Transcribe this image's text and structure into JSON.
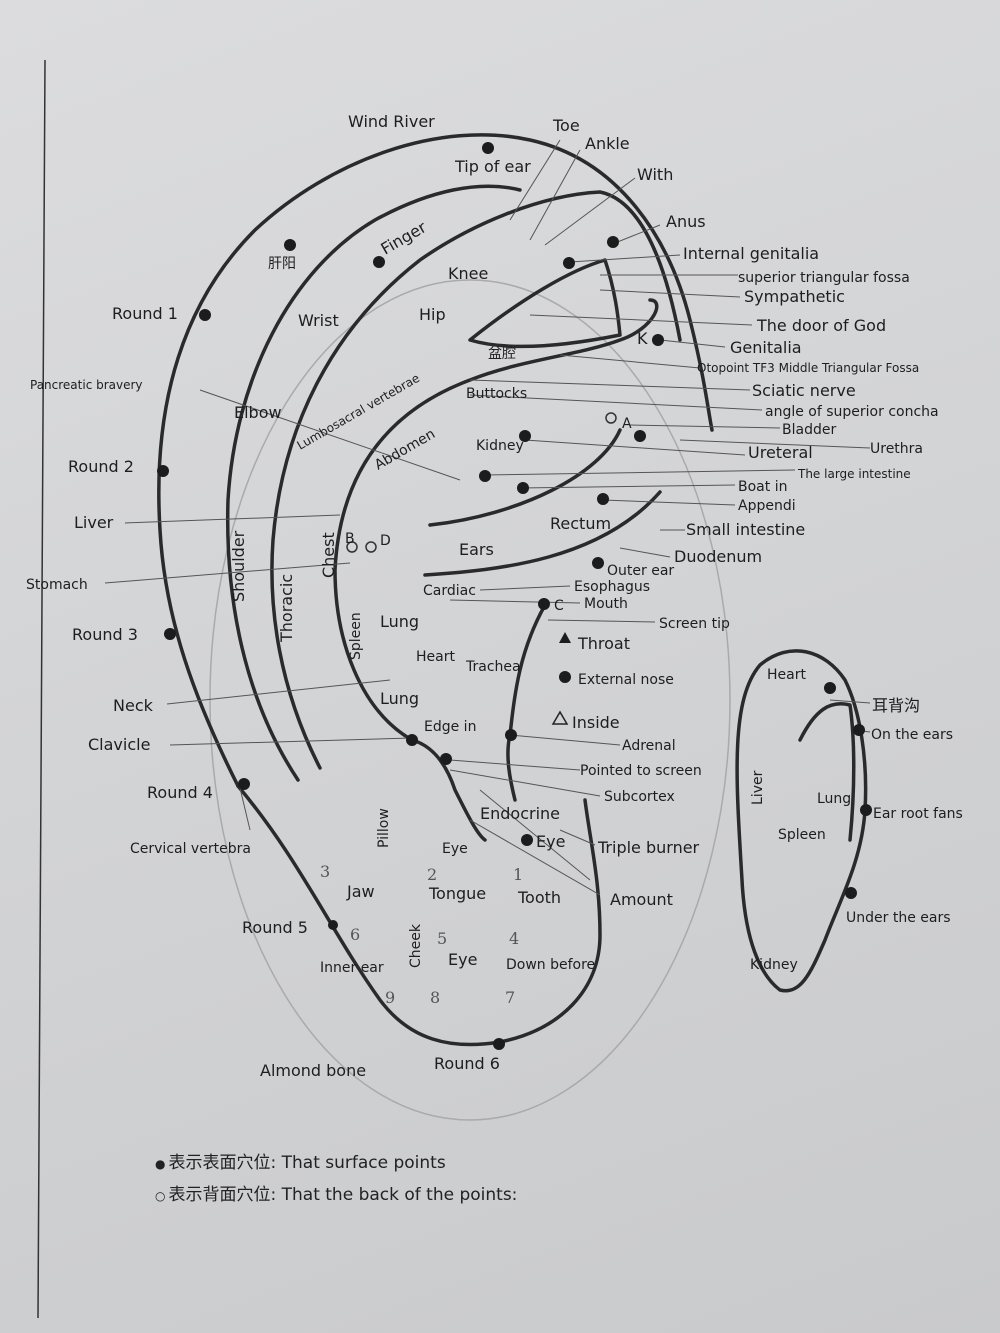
{
  "labels": {
    "wind_river": "Wind River",
    "toe": "Toe",
    "ankle": "Ankle",
    "tip_of_ear": "Tip of ear",
    "with": "With",
    "anus": "Anus",
    "finger": "Finger",
    "internal_genitalia": "Internal genitalia",
    "superior_triangular_fossa": "superior triangular fossa",
    "knee": "Knee",
    "sympathetic": "Sympathetic",
    "round_1": "Round 1",
    "wrist": "Wrist",
    "hip": "Hip",
    "door_of_god": "The door of God",
    "genitalia": "Genitalia",
    "otopoint": "Otopoint TF3 Middle Triangular Fossa",
    "pancreatic": "Pancreatic bravery",
    "lumbosacral": "Lumbosacral vertebrae",
    "buttocks": "Buttocks",
    "sciatic": "Sciatic nerve",
    "angle_concha": "angle of superior concha",
    "elbow": "Elbow",
    "bladder": "Bladder",
    "abdomen": "Abdomen",
    "kidney": "Kidney",
    "ureteral": "Ureteral",
    "urethra": "Urethra",
    "round_2": "Round 2",
    "large_intestine": "The large intestine",
    "boat_in": "Boat in",
    "appendi": "Appendi",
    "liver": "Liver",
    "rectum": "Rectum",
    "small_intestine": "Small intestine",
    "chest": "Chest",
    "shoulder": "Shoulder",
    "thoracic": "Thoracic",
    "ears": "Ears",
    "duodenum": "Duodenum",
    "stomach": "Stomach",
    "outer_ear": "Outer ear",
    "cardiac": "Cardiac",
    "esophagus": "Esophagus",
    "mouth": "Mouth",
    "round_3": "Round 3",
    "spleen": "Spleen",
    "lung_1": "Lung",
    "screen_tip": "Screen tip",
    "throat": "Throat",
    "heart": "Heart",
    "trachea": "Trachea",
    "external_nose": "External nose",
    "neck": "Neck",
    "lung_2": "Lung",
    "inside": "Inside",
    "clavicle": "Clavicle",
    "edge_in": "Edge in",
    "adrenal": "Adrenal",
    "pointed_screen": "Pointed to screen",
    "round_4": "Round 4",
    "subcortex": "Subcortex",
    "pillow": "Pillow",
    "endocrine": "Endocrine",
    "cervical": "Cervical vertebra",
    "eye_1": "Eye",
    "eye_2": "Eye",
    "triple_burner": "Triple burner",
    "jaw": "Jaw",
    "tongue": "Tongue",
    "tooth": "Tooth",
    "amount": "Amount",
    "round_5": "Round 5",
    "cheek": "Cheek",
    "inner_ear": "Inner ear",
    "eye_3": "Eye",
    "down_before": "Down before",
    "almond_bone": "Almond bone",
    "round_6": "Round 6",
    "cn_1": "肝阳",
    "cn_2": "盆腔"
  },
  "letters": {
    "a": "A",
    "b": "B",
    "c": "C",
    "d": "D",
    "k": "K"
  },
  "grid_numbers": [
    "1",
    "2",
    "3",
    "4",
    "5",
    "6",
    "7",
    "8",
    "9"
  ],
  "back_of_ear": {
    "heart": "Heart",
    "cn_groove": "耳背沟",
    "on_the_ears": "On the ears",
    "liver": "Liver",
    "lung": "Lung",
    "ear_root_fans": "Ear root fans",
    "spleen": "Spleen",
    "under_the_ears": "Under the ears",
    "kidney": "Kidney"
  },
  "legend": {
    "surface_cn": "表示表面穴位",
    "surface_en": ": That surface points",
    "back_cn": "表示背面穴位",
    "back_en": ": That the back of the points:"
  },
  "colors": {
    "ink": "#1e1e1e",
    "paper": "#d6d7d9"
  }
}
